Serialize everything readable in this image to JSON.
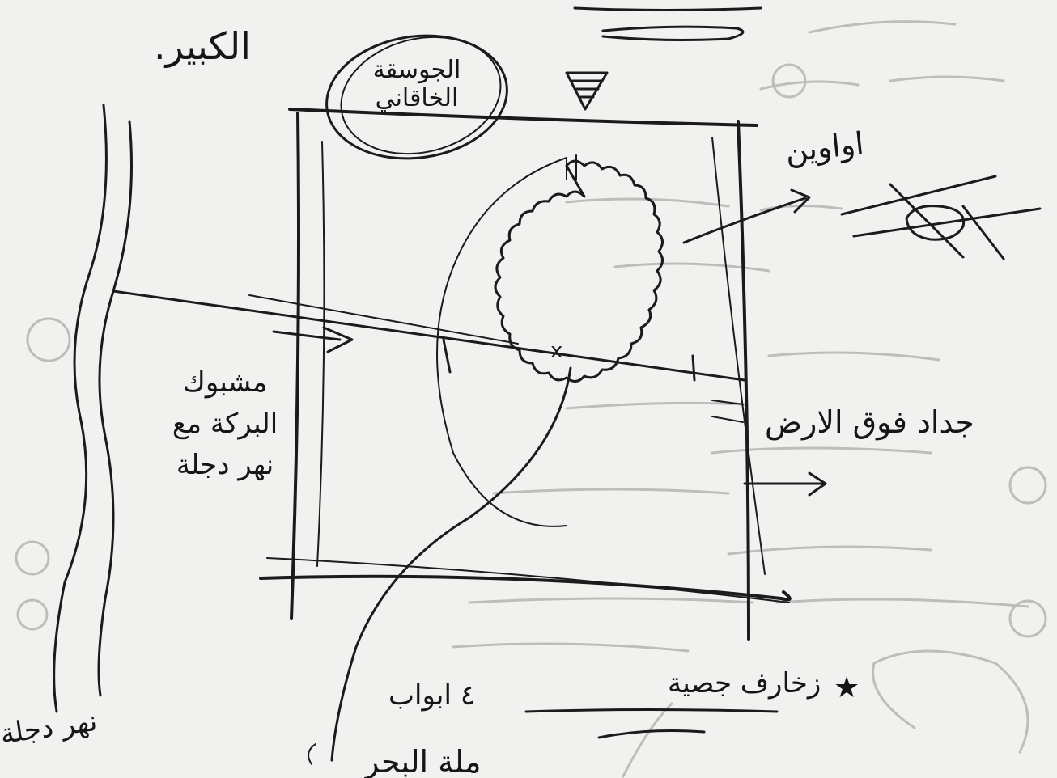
{
  "labels": {
    "top_left": "الكبير.",
    "circle_label": "الجوسقة الخاقاني",
    "iwans": "اواوين",
    "left_label": "مشبوك البركة مع نهر دجلة",
    "platform": "جداد فوق الارض",
    "river": "نهر دجلة",
    "decorations": "زخارف جصية",
    "gates": "٤ ابواب",
    "star": "★",
    "bottom_partial": "ملة البحر"
  },
  "colors": {
    "paper": "#f1f1ef",
    "ink": "#1b1b1b",
    "bleed": "#c4c4c2"
  },
  "icons": {
    "star": "star-icon",
    "cone": "cone-icon",
    "arrow": "arrow-icon"
  }
}
